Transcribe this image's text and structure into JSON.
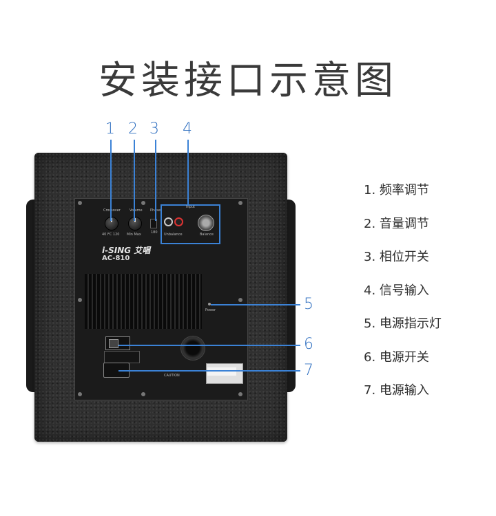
{
  "title": "安装接口示意图",
  "speaker": {
    "brand": "i-SING 艾唱",
    "model": "AC-810",
    "panel_labels": {
      "crossover": "Crossover",
      "crossover_ticks": "40 FC 120",
      "volume": "Volume",
      "volume_ticks": "Min Max",
      "phase": "Phase",
      "phase_tick": "180",
      "input": "Input",
      "unbalance": "Unbalance",
      "balance": "Balance",
      "power": "Power",
      "caution": "CAUTION"
    }
  },
  "callouts": [
    "1",
    "2",
    "3",
    "4",
    "5",
    "6",
    "7"
  ],
  "legend": [
    "1. 频率调节",
    "2. 音量调节",
    "3. 相位开关",
    "4. 信号输入",
    "5. 电源指示灯",
    "6. 电源开关",
    "7. 电源输入"
  ],
  "colors": {
    "accent": "#3b82d6",
    "cabinet": "#303030",
    "text": "#2f2f2f"
  }
}
